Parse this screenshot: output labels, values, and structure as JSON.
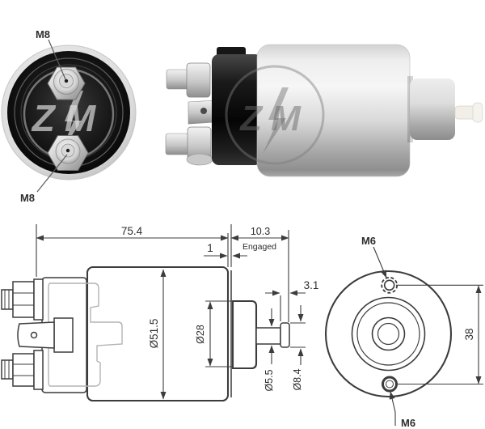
{
  "watermark": "ZM",
  "front_view": {
    "bolt_top_label": "M8",
    "bolt_bottom_label": "M8"
  },
  "side_view": {
    "overall_length": "75.4",
    "plunger_travel": "10.3",
    "travel_note": "Engaged",
    "gap": "1",
    "collar_thickness": "3.1",
    "body_diameter": "Ø51.5",
    "boss_diameter": "Ø28",
    "rod_diameter": "Ø5.5",
    "rod_tip_diameter": "Ø8.4"
  },
  "rear_view": {
    "hole_top_label": "M6",
    "hole_bottom_label": "M6",
    "hole_spacing": "38"
  },
  "colors": {
    "line": "#3c3c3c",
    "gray_detail": "#b3b3b3",
    "metal_light": "#f2f2f2",
    "metal_dark": "#909090",
    "cap_black": "#0a0a0a",
    "background": "#ffffff"
  }
}
